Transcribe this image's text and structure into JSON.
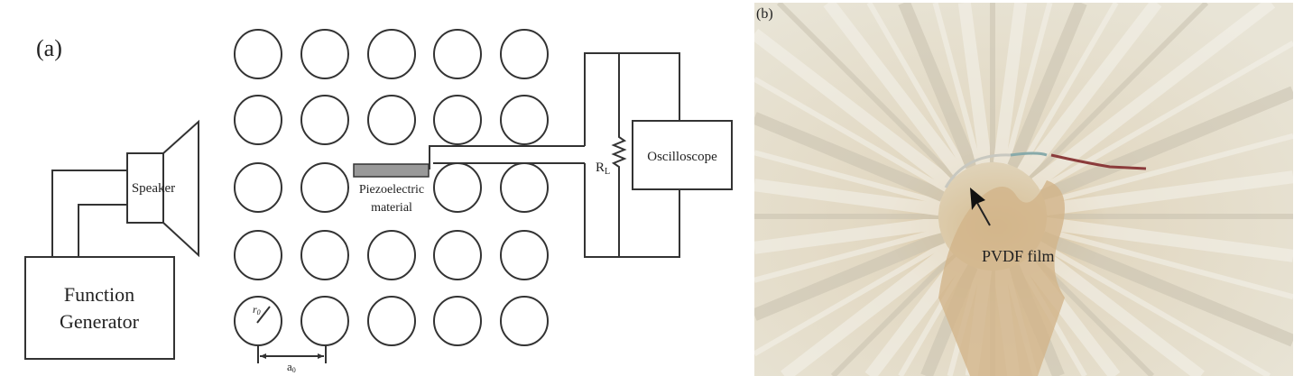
{
  "panel_a": {
    "label": "(a)",
    "function_generator": [
      "Function",
      "Generator"
    ],
    "speaker": "Speaker",
    "piezo": [
      "Piezoelectric",
      "material"
    ],
    "resistor": "R",
    "resistor_sub": "L",
    "oscilloscope": "Oscilloscope",
    "radius": "r",
    "radius_sub": "0",
    "lattice": "a",
    "lattice_sub": "0",
    "grid": {
      "rows": 5,
      "cols": 5
    }
  },
  "panel_b": {
    "label": "(b)",
    "annotation": "PVDF film"
  },
  "colors": {
    "line": "#333333",
    "piezo": "#999999",
    "photo_bg": "#e6e0d2",
    "tan": "#d4b98a",
    "wire_red": "#a04a4a"
  }
}
